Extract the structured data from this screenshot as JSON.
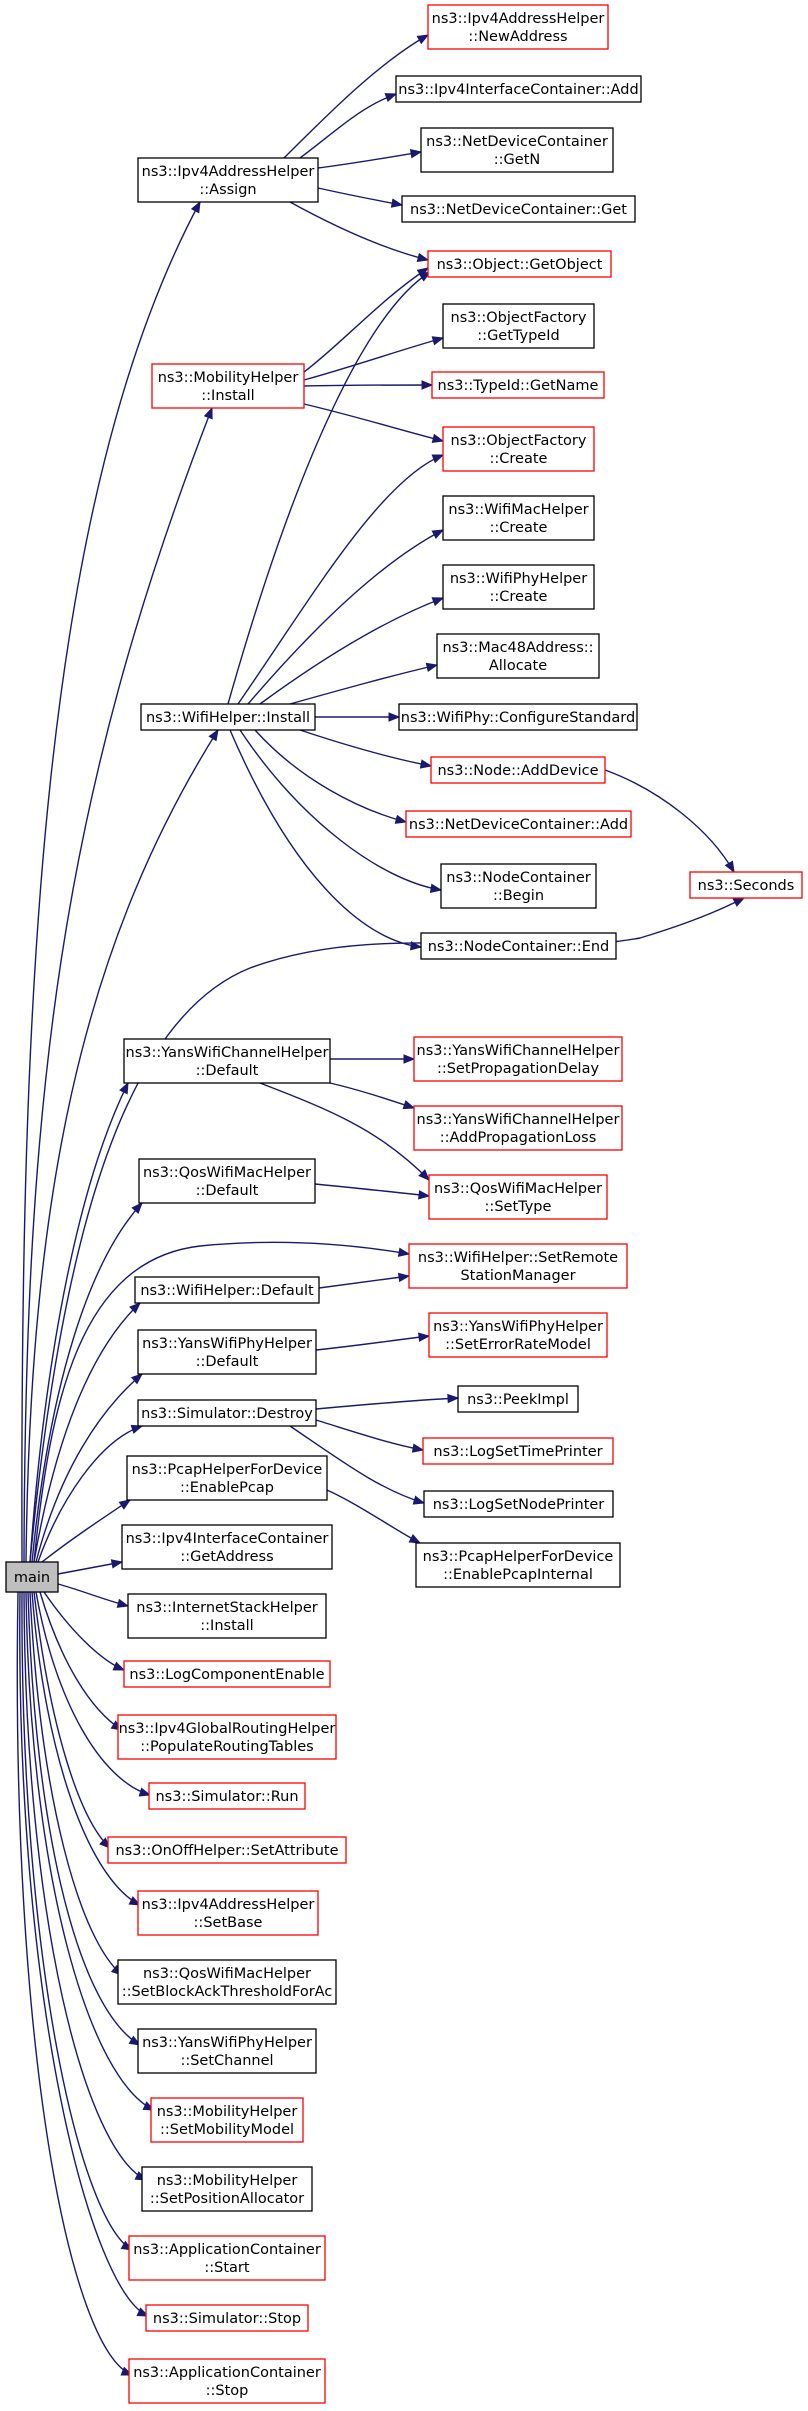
{
  "colors": {
    "edge": "#191970",
    "border_documented": "#000000",
    "border_undocumented": "#ff0000",
    "root_fill": "#bfbfbf",
    "node_fill": "#ffffff"
  },
  "root": {
    "id": "main",
    "lines": [
      "main"
    ]
  },
  "nodes": [
    {
      "id": "ipv4addrhelper-newaddress",
      "lines": [
        "ns3::Ipv4AddressHelper",
        "::NewAddress"
      ],
      "red": true
    },
    {
      "id": "ipv4ifcontainer-add",
      "lines": [
        "ns3::Ipv4InterfaceContainer::Add"
      ],
      "red": false
    },
    {
      "id": "netdevcontainer-getn",
      "lines": [
        "ns3::NetDeviceContainer",
        "::GetN"
      ],
      "red": false
    },
    {
      "id": "ipv4addrhelper-assign",
      "lines": [
        "ns3::Ipv4AddressHelper",
        "::Assign"
      ],
      "red": false
    },
    {
      "id": "netdevcontainer-get",
      "lines": [
        "ns3::NetDeviceContainer::Get"
      ],
      "red": false
    },
    {
      "id": "object-getobject",
      "lines": [
        "ns3::Object::GetObject"
      ],
      "red": true
    },
    {
      "id": "objectfactory-gettypeid",
      "lines": [
        "ns3::ObjectFactory",
        "::GetTypeId"
      ],
      "red": false
    },
    {
      "id": "mobilityhelper-install",
      "lines": [
        "ns3::MobilityHelper",
        "::Install"
      ],
      "red": true
    },
    {
      "id": "typeid-getname",
      "lines": [
        "ns3::TypeId::GetName"
      ],
      "red": true
    },
    {
      "id": "objectfactory-create",
      "lines": [
        "ns3::ObjectFactory",
        "::Create"
      ],
      "red": true
    },
    {
      "id": "wifimachelper-create",
      "lines": [
        "ns3::WifiMacHelper",
        "::Create"
      ],
      "red": false
    },
    {
      "id": "wifiphyhelper-create",
      "lines": [
        "ns3::WifiPhyHelper",
        "::Create"
      ],
      "red": false
    },
    {
      "id": "mac48address-allocate",
      "lines": [
        "ns3::Mac48Address::",
        "Allocate"
      ],
      "red": false
    },
    {
      "id": "wifihelper-install",
      "lines": [
        "ns3::WifiHelper::Install"
      ],
      "red": false
    },
    {
      "id": "wifiphy-configurestandard",
      "lines": [
        "ns3::WifiPhy::ConfigureStandard"
      ],
      "red": false
    },
    {
      "id": "node-adddevice",
      "lines": [
        "ns3::Node::AddDevice"
      ],
      "red": true
    },
    {
      "id": "netdevcontainer-add",
      "lines": [
        "ns3::NetDeviceContainer::Add"
      ],
      "red": true
    },
    {
      "id": "nodecontainer-begin",
      "lines": [
        "ns3::NodeContainer",
        "::Begin"
      ],
      "red": false
    },
    {
      "id": "seconds",
      "lines": [
        "ns3::Seconds"
      ],
      "red": true
    },
    {
      "id": "nodecontainer-end",
      "lines": [
        "ns3::NodeContainer::End"
      ],
      "red": false
    },
    {
      "id": "yanswifichannelhelper-default",
      "lines": [
        "ns3::YansWifiChannelHelper",
        "::Default"
      ],
      "red": false
    },
    {
      "id": "yanswifichannelhelper-setpropagationdelay",
      "lines": [
        "ns3::YansWifiChannelHelper",
        "::SetPropagationDelay"
      ],
      "red": true
    },
    {
      "id": "yanswifichannelhelper-addpropagationloss",
      "lines": [
        "ns3::YansWifiChannelHelper",
        "::AddPropagationLoss"
      ],
      "red": true
    },
    {
      "id": "qoswifimachelper-default",
      "lines": [
        "ns3::QosWifiMacHelper",
        "::Default"
      ],
      "red": false
    },
    {
      "id": "qoswifimachelper-settype",
      "lines": [
        "ns3::QosWifiMacHelper",
        "::SetType"
      ],
      "red": true
    },
    {
      "id": "wifihelper-setremotestationmanager",
      "lines": [
        "ns3::WifiHelper::SetRemote",
        "StationManager"
      ],
      "red": true
    },
    {
      "id": "wifihelper-default",
      "lines": [
        "ns3::WifiHelper::Default"
      ],
      "red": false
    },
    {
      "id": "yanswifiphyhelper-seterrorratemodel",
      "lines": [
        "ns3::YansWifiPhyHelper",
        "::SetErrorRateModel"
      ],
      "red": true
    },
    {
      "id": "yanswifiphyhelper-default",
      "lines": [
        "ns3::YansWifiPhyHelper",
        "::Default"
      ],
      "red": false
    },
    {
      "id": "peekimpl",
      "lines": [
        "ns3::PeekImpl"
      ],
      "red": false
    },
    {
      "id": "simulator-destroy",
      "lines": [
        "ns3::Simulator::Destroy"
      ],
      "red": false
    },
    {
      "id": "logsettimeprinter",
      "lines": [
        "ns3::LogSetTimePrinter"
      ],
      "red": true
    },
    {
      "id": "logsetnodeprinter",
      "lines": [
        "ns3::LogSetNodePrinter"
      ],
      "red": false
    },
    {
      "id": "pcaphelperfordevice-enablepcap",
      "lines": [
        "ns3::PcapHelperForDevice",
        "::EnablePcap"
      ],
      "red": false
    },
    {
      "id": "pcaphelperfordevice-enablepcapinternal",
      "lines": [
        "ns3::PcapHelperForDevice",
        "::EnablePcapInternal"
      ],
      "red": false
    },
    {
      "id": "ipv4ifcontainer-getaddress",
      "lines": [
        "ns3::Ipv4InterfaceContainer",
        "::GetAddress"
      ],
      "red": false
    },
    {
      "id": "internetstackhelper-install",
      "lines": [
        "ns3::InternetStackHelper",
        "::Install"
      ],
      "red": false
    },
    {
      "id": "logcomponentenable",
      "lines": [
        "ns3::LogComponentEnable"
      ],
      "red": true
    },
    {
      "id": "ipv4globalroutinghelper-populateroutingtables",
      "lines": [
        "ns3::Ipv4GlobalRoutingHelper",
        "::PopulateRoutingTables"
      ],
      "red": true
    },
    {
      "id": "simulator-run",
      "lines": [
        "ns3::Simulator::Run"
      ],
      "red": true
    },
    {
      "id": "onoffhelper-setattribute",
      "lines": [
        "ns3::OnOffHelper::SetAttribute"
      ],
      "red": true
    },
    {
      "id": "ipv4addrhelper-setbase",
      "lines": [
        "ns3::Ipv4AddressHelper",
        "::SetBase"
      ],
      "red": true
    },
    {
      "id": "qoswifimachelper-setblockackthresholdforac",
      "lines": [
        "ns3::QosWifiMacHelper",
        "::SetBlockAckThresholdForAc"
      ],
      "red": false
    },
    {
      "id": "yanswifiphyhelper-setchannel",
      "lines": [
        "ns3::YansWifiPhyHelper",
        "::SetChannel"
      ],
      "red": false
    },
    {
      "id": "mobilityhelper-setmobilitymodel",
      "lines": [
        "ns3::MobilityHelper",
        "::SetMobilityModel"
      ],
      "red": true
    },
    {
      "id": "mobilityhelper-setpositionallocator",
      "lines": [
        "ns3::MobilityHelper",
        "::SetPositionAllocator"
      ],
      "red": false
    },
    {
      "id": "applicationcontainer-start",
      "lines": [
        "ns3::ApplicationContainer",
        "::Start"
      ],
      "red": true
    },
    {
      "id": "simulator-stop",
      "lines": [
        "ns3::Simulator::Stop"
      ],
      "red": true
    },
    {
      "id": "applicationcontainer-stop",
      "lines": [
        "ns3::ApplicationContainer",
        "::Stop"
      ],
      "red": true
    }
  ]
}
